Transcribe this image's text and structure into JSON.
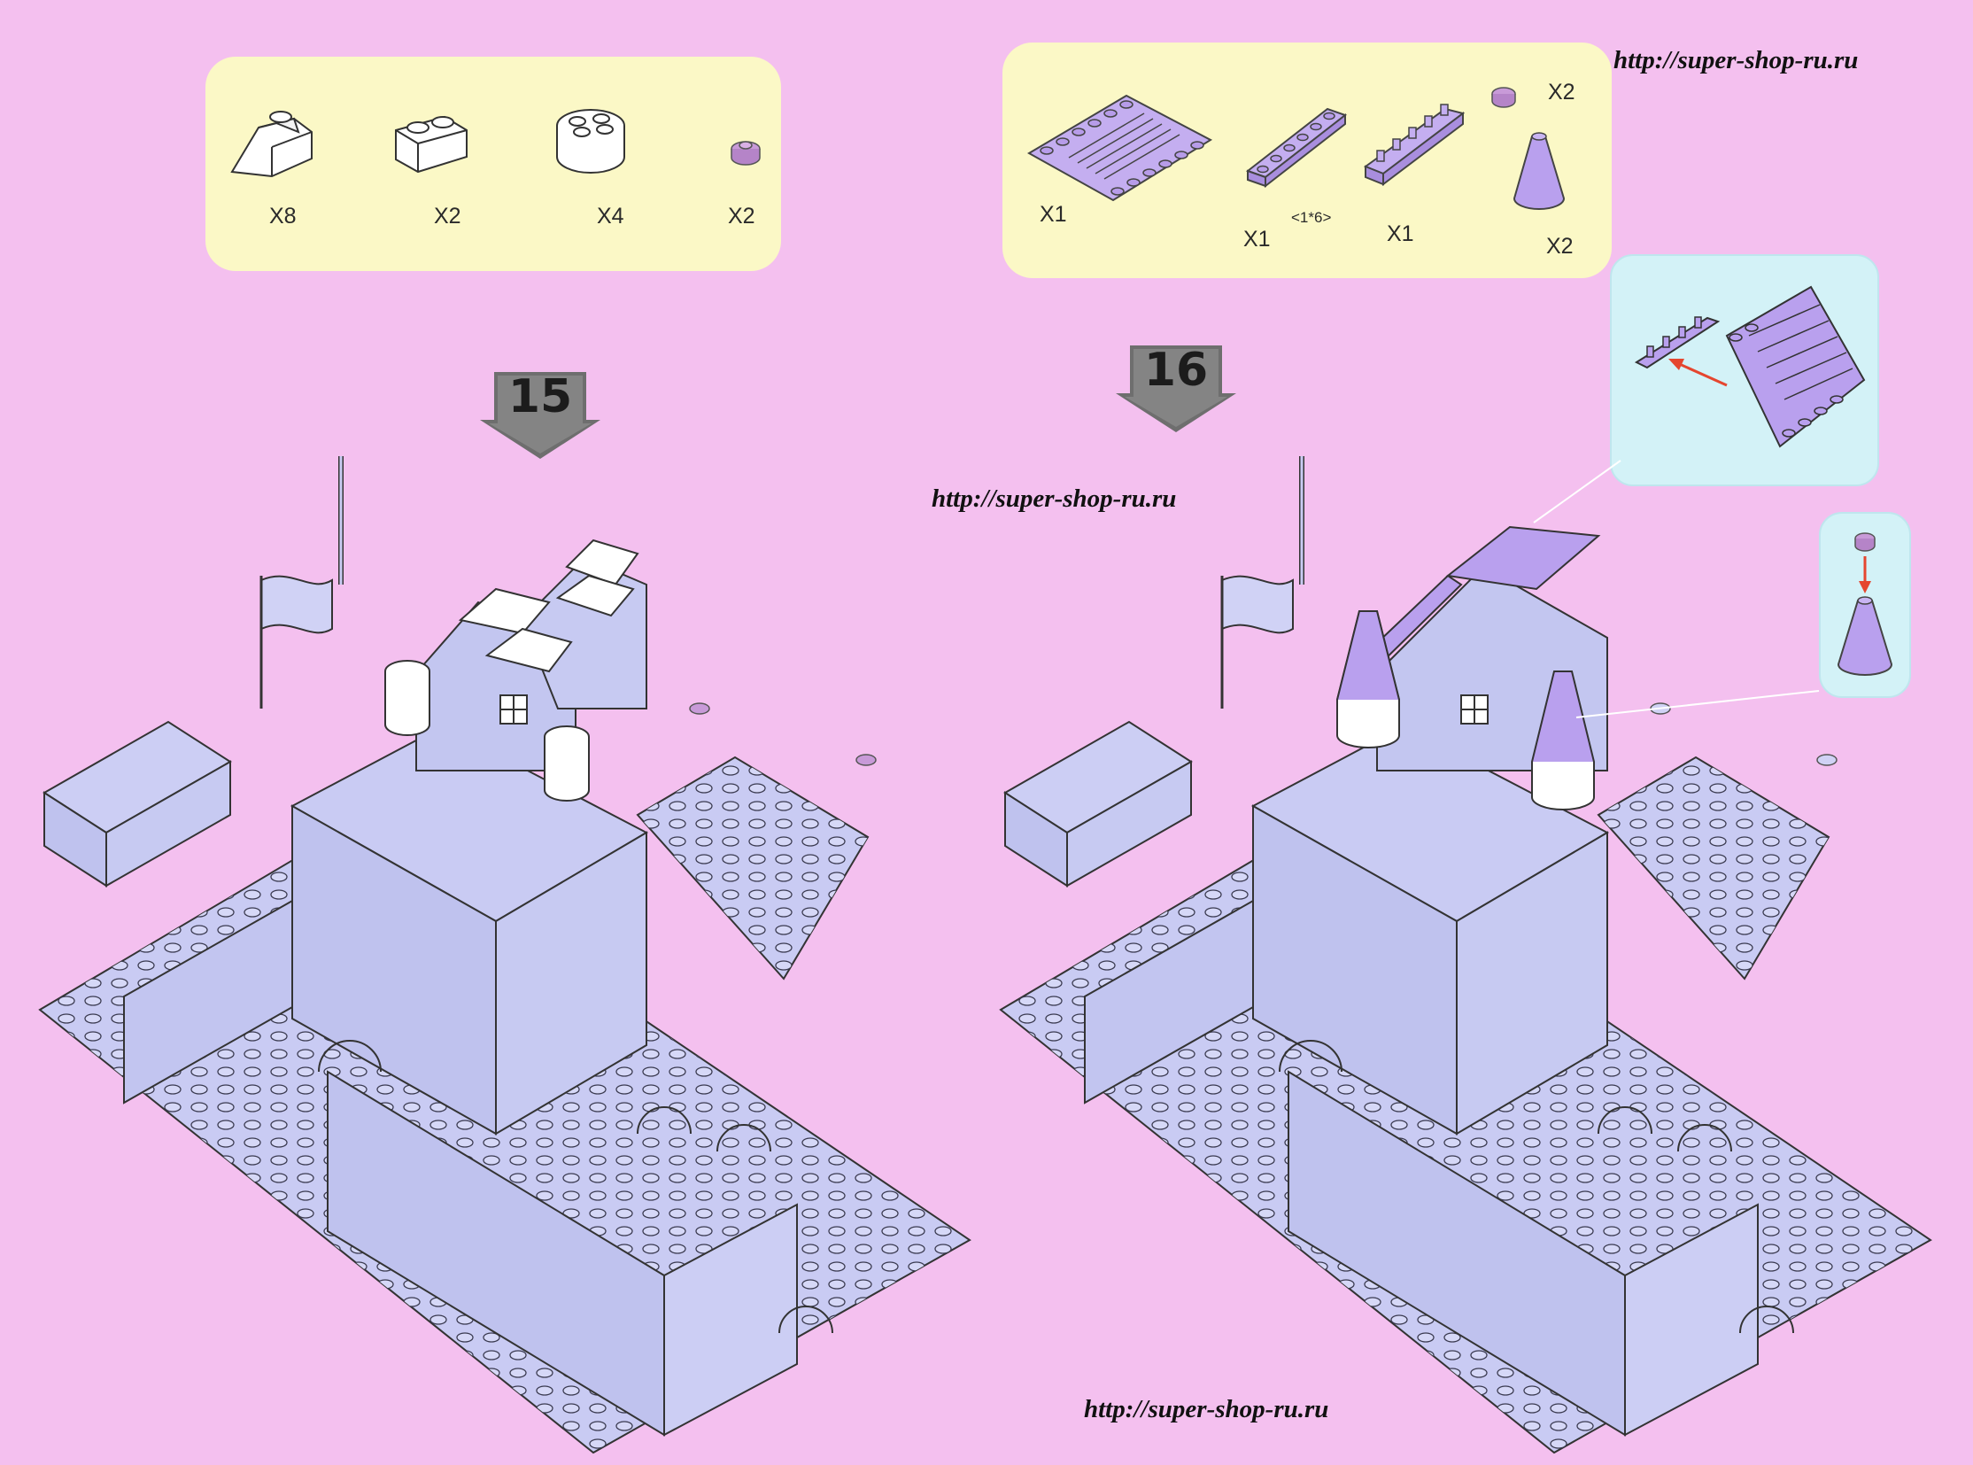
{
  "step15": {
    "number": "15",
    "parts": [
      {
        "icon": "white-slope-brick-icon",
        "qty": "X8"
      },
      {
        "icon": "white-2x1-brick-icon",
        "qty": "X2"
      },
      {
        "icon": "white-round-brick-icon",
        "qty": "X4"
      },
      {
        "icon": "purple-round-plate-icon",
        "qty": "X2"
      }
    ]
  },
  "step16": {
    "number": "16",
    "parts": [
      {
        "icon": "purple-hinge-roof-plate-icon",
        "qty": "X1"
      },
      {
        "icon": "purple-1x6-plate-icon",
        "qty": "X1",
        "note": "<1*6>"
      },
      {
        "icon": "purple-hinge-plate-icon",
        "qty": "X1"
      },
      {
        "icon": "purple-round-plate-icon",
        "qty": "X2"
      },
      {
        "icon": "purple-cone-icon",
        "qty": "X2"
      }
    ]
  },
  "watermarks": {
    "top_right": "http://super-shop-ru.ru",
    "middle": "http://super-shop-ru.ru",
    "bottom": "http://super-shop-ru.ru"
  },
  "colors": {
    "page_background": "#f4c0ef",
    "parts_box": "#fbf8c6",
    "inset_box": "#d3f2f7",
    "model_lavender": "#c9cbf3",
    "new_part_purple": "#b9a0ee",
    "step_arrow": "#6e6e6e",
    "inset_arrow": "#e5462f"
  }
}
